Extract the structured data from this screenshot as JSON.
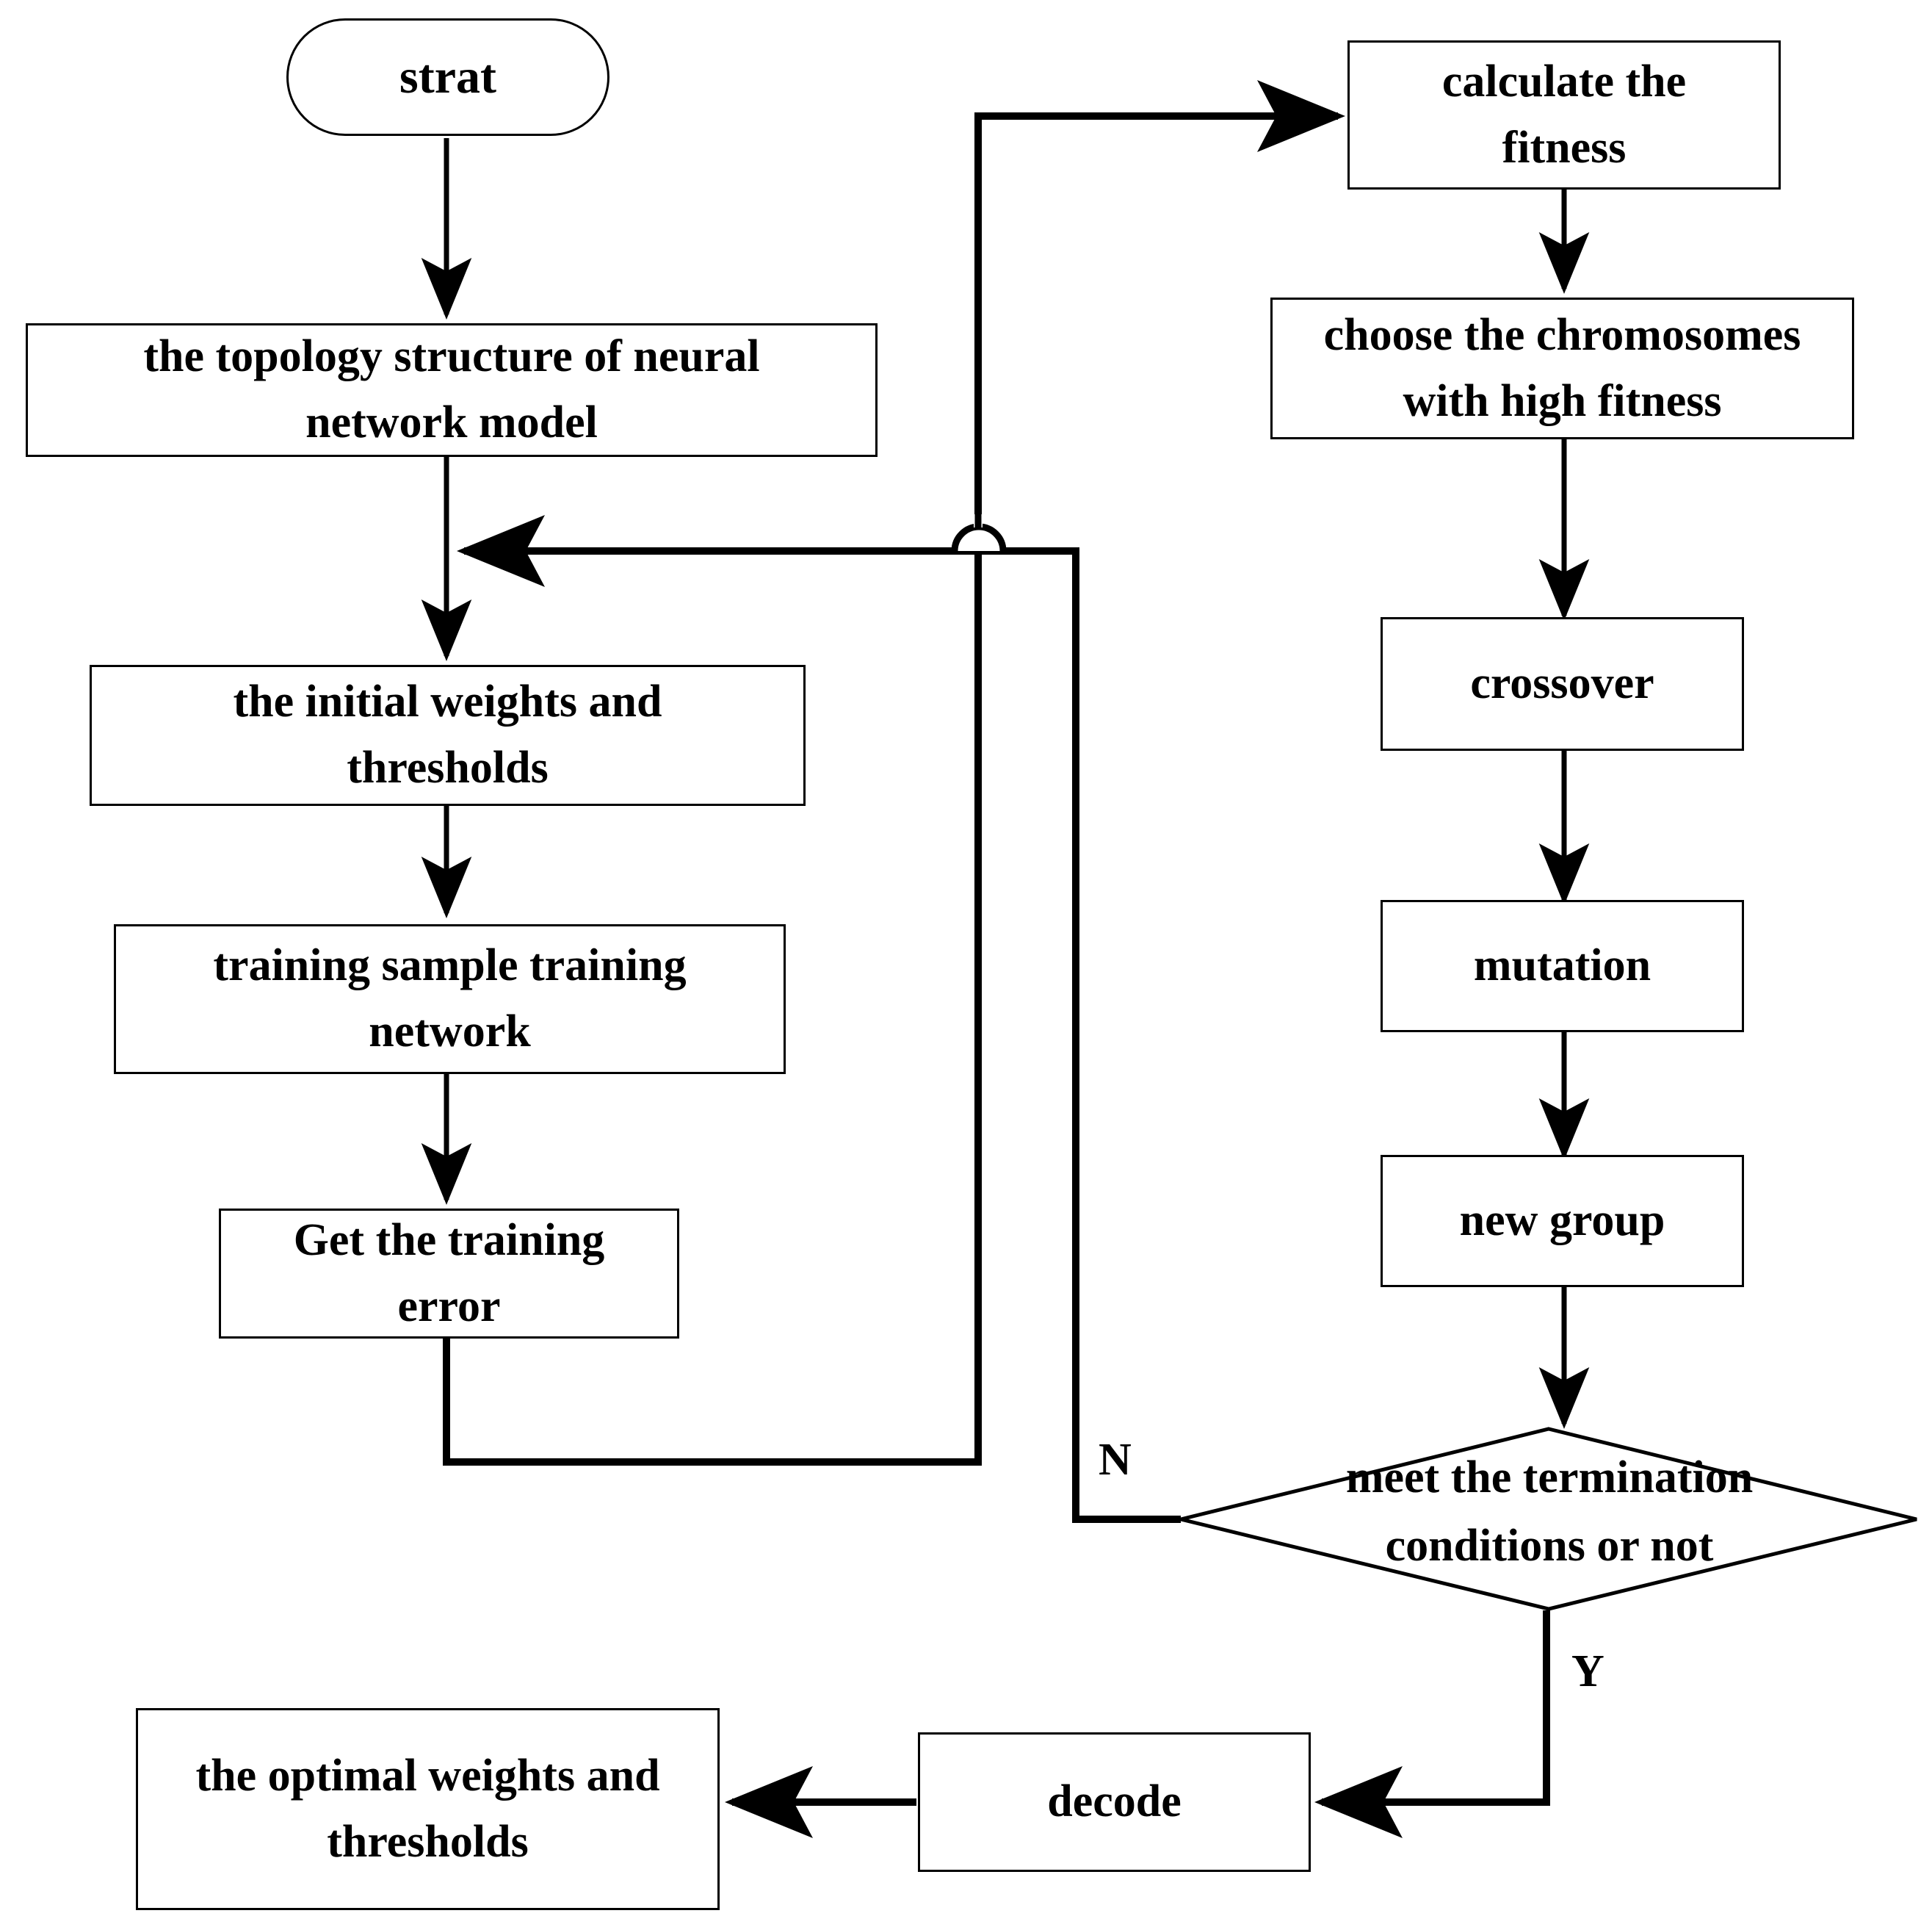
{
  "diagram": {
    "title": "Neural network and genetic algorithm optimization flowchart",
    "background_color": "#ffffff",
    "line_color": "#000000",
    "text_color": "#000000"
  },
  "nodes": {
    "start": {
      "label": "strat",
      "shape": "terminator"
    },
    "topology": {
      "label": "the topology structure of  neural\nnetwork model",
      "shape": "process"
    },
    "initial_weights": {
      "label": "the initial weights and\nthresholds",
      "shape": "process"
    },
    "training": {
      "label": "training sample training\nnetwork",
      "shape": "process"
    },
    "training_error": {
      "label": "Get the training\nerror",
      "shape": "process"
    },
    "optimal_weights": {
      "label": "the optimal weights and\nthresholds",
      "shape": "process"
    },
    "decode": {
      "label": "decode",
      "shape": "process"
    },
    "calculate_fitness": {
      "label": "calculate the\nfitness",
      "shape": "process"
    },
    "choose_chromosomes": {
      "label": "choose the chromosomes\nwith high fitness",
      "shape": "process"
    },
    "crossover": {
      "label": "crossover",
      "shape": "process"
    },
    "mutation": {
      "label": "mutation",
      "shape": "process"
    },
    "new_group": {
      "label": "new group",
      "shape": "process"
    },
    "termination": {
      "label": "meet the termination\nconditions or not",
      "shape": "decision"
    }
  },
  "edge_labels": {
    "no_branch": "N",
    "yes_branch": "Y"
  }
}
